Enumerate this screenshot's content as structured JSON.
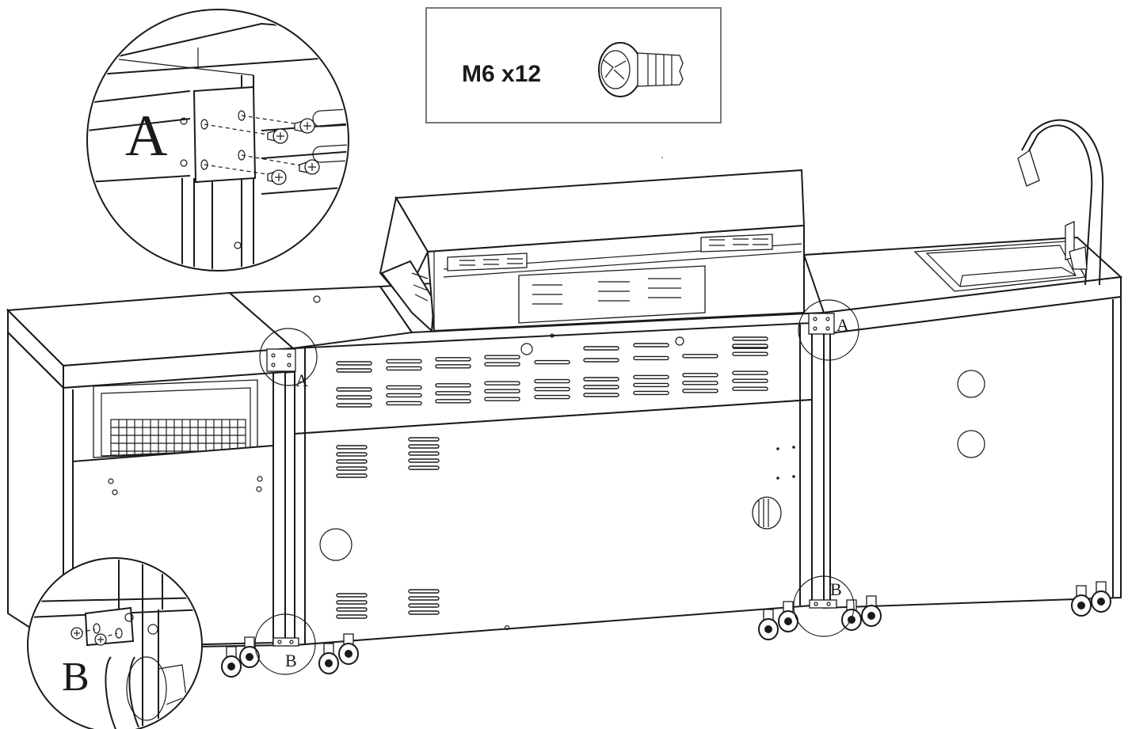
{
  "hardware": {
    "spec": "M6 x12",
    "icon": "phillips-screw-icon"
  },
  "callouts": {
    "detail_a_label": "A",
    "detail_b_label": "B",
    "marker_a_left": "A",
    "marker_a_right": "A",
    "marker_b_left": "B",
    "marker_b_right": "B"
  },
  "colors": {
    "line": "#1a1a1a",
    "frame_box": "#777777",
    "background": "#ffffff"
  }
}
